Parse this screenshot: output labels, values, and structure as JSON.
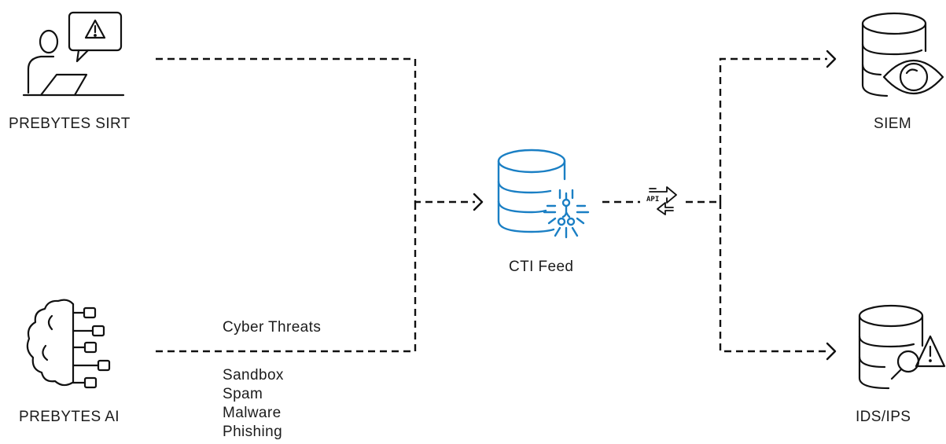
{
  "nodes": {
    "sirt": {
      "label": "PREBYTES SIRT",
      "icon": "analyst-alert-icon"
    },
    "ai": {
      "label": "PREBYTES AI",
      "icon": "brain-circuit-icon"
    },
    "cti": {
      "label": "CTI Feed",
      "icon": "database-chip-icon"
    },
    "siem": {
      "label": "SIEM",
      "icon": "database-eye-icon"
    },
    "ids": {
      "label": "IDS/IPS",
      "icon": "database-search-alert-icon"
    }
  },
  "api_label": "API",
  "edge_label": "Cyber Threats",
  "threat_types": [
    "Sandbox",
    "Spam",
    "Malware",
    "Phishing"
  ],
  "colors": {
    "accent": "#1a7fc4",
    "line": "#111111"
  }
}
